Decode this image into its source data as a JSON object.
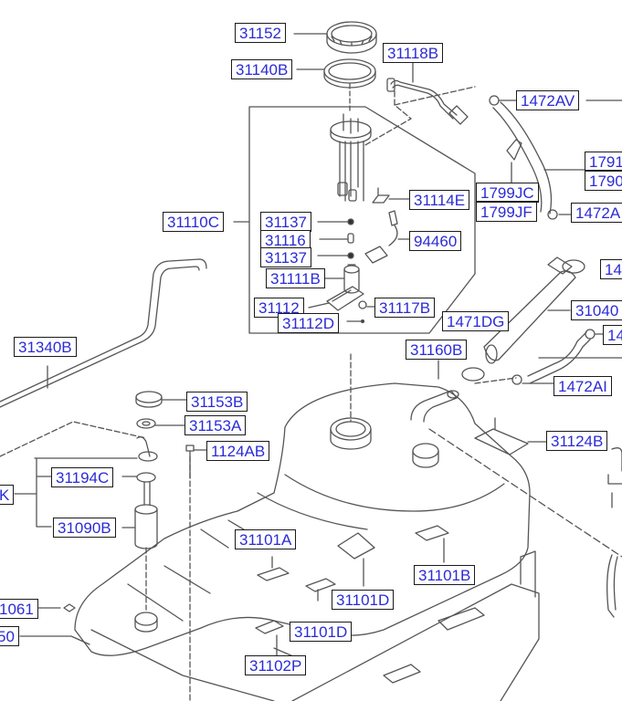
{
  "diagram": {
    "title": "Fuel tank & fuel pump assembly parts diagram",
    "accent_text_color": "#2b2bd6",
    "line_color": "#555555",
    "callouts": [
      {
        "id": "31152",
        "part": "fuel-pump-lock-ring"
      },
      {
        "id": "31140B",
        "part": "fuel-pump-gasket"
      },
      {
        "id": "31118B",
        "part": "fuel-line-connector"
      },
      {
        "id": "1472AV",
        "part": "hose-clamp"
      },
      {
        "id": "1791",
        "part": "vent-hose-partial"
      },
      {
        "id": "1790",
        "part": "vent-hose-partial"
      },
      {
        "id": "1799JC",
        "part": "clip"
      },
      {
        "id": "1799JF",
        "part": "clip"
      },
      {
        "id": "1472A",
        "part": "hose-clamp-partial"
      },
      {
        "id": "31110C",
        "part": "fuel-pump-assembly"
      },
      {
        "id": "31137",
        "part": "washer-top"
      },
      {
        "id": "31116",
        "part": "fuse"
      },
      {
        "id": "31137",
        "part": "washer-bottom"
      },
      {
        "id": "31111B",
        "part": "fuel-pump-motor"
      },
      {
        "id": "31112",
        "part": "fuel-strainer"
      },
      {
        "id": "31112D",
        "part": "strainer-clip"
      },
      {
        "id": "31114E",
        "part": "bracket"
      },
      {
        "id": "94460",
        "part": "fuel-sender"
      },
      {
        "id": "31117B",
        "part": "pressure-regulator"
      },
      {
        "id": "1471DG",
        "part": "hose-clamp"
      },
      {
        "id": "31160B",
        "part": "filler-neck-hose"
      },
      {
        "id": "14",
        "part": "clamp-partial-top"
      },
      {
        "id": "31040",
        "part": "filler-hose-partial"
      },
      {
        "id": "14",
        "part": "clamp-partial-middle"
      },
      {
        "id": "1472AI",
        "part": "hose-clamp"
      },
      {
        "id": "31340B",
        "part": "vent-tube"
      },
      {
        "id": "31153B",
        "part": "lock-ring"
      },
      {
        "id": "31153A",
        "part": "gasket"
      },
      {
        "id": "1124AB",
        "part": "bolt"
      },
      {
        "id": "31194C",
        "part": "o-ring"
      },
      {
        "id": "K",
        "part": "filter-assembly-partial"
      },
      {
        "id": "31090B",
        "part": "fuel-filter"
      },
      {
        "id": "31124B",
        "part": "bracket"
      },
      {
        "id": "31101A",
        "part": "pad"
      },
      {
        "id": "31101D",
        "part": "pad-upper"
      },
      {
        "id": "31101B",
        "part": "pad"
      },
      {
        "id": "31101D",
        "part": "pad-lower"
      },
      {
        "id": "1061",
        "part": "grommet-partial"
      },
      {
        "id": "50",
        "part": "tank-band-partial"
      },
      {
        "id": "31102P",
        "part": "protector-pad"
      }
    ]
  }
}
